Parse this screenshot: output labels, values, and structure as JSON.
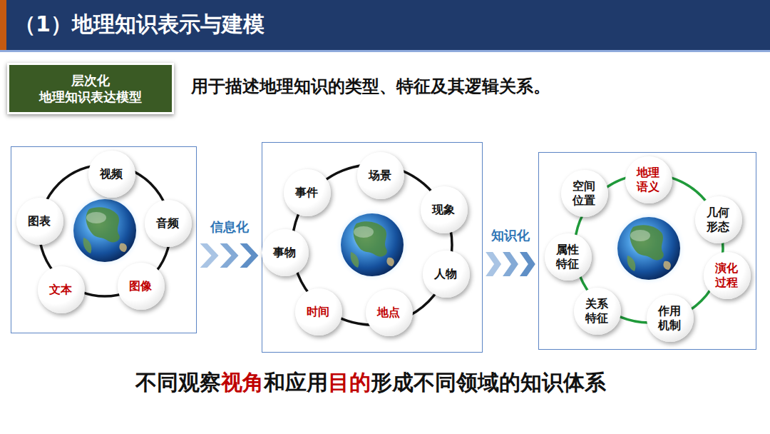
{
  "diagram": {
    "title": "（1）地理知识表示与建模",
    "nodes": [
      {
        "text": [
          "层次化 地理知识表达模型"
        ]
      },
      {
        "text": []
      },
      {
        "text": [
          "视频"
        ],
        "in": 1
      },
      {
        "text": [
          "音频"
        ],
        "in": 1
      },
      {
        "text": [
          "图像"
        ],
        "in": 1
      },
      {
        "text": [
          "文本"
        ],
        "in": 1
      },
      {
        "text": [
          "图表"
        ],
        "in": 1
      },
      {
        "text": []
      },
      {
        "text": [
          "场景"
        ],
        "in": 7
      },
      {
        "text": [
          "现象"
        ],
        "in": 7
      },
      {
        "text": [
          "人物"
        ],
        "in": 7
      },
      {
        "text": [
          "地点"
        ],
        "in": 7
      },
      {
        "text": [
          "时间"
        ],
        "in": 7
      },
      {
        "text": [
          "事物"
        ],
        "in": 7
      },
      {
        "text": [
          "事件"
        ],
        "in": 7
      },
      {
        "text": []
      },
      {
        "text": [
          "地理 语义"
        ],
        "in": 15
      },
      {
        "text": [
          "几何 形态"
        ],
        "in": 15
      },
      {
        "text": [
          "演化 过程"
        ],
        "in": 15
      },
      {
        "text": [
          "作用 机制"
        ],
        "in": 15
      },
      {
        "text": [
          "关系 特征"
        ],
        "in": 15
      },
      {
        "text": [
          "属性 特征"
        ],
        "in": 15
      },
      {
        "text": [
          "空间 位置"
        ],
        "in": 15
      }
    ],
    "edges": [
      {
        "from": 1,
        "to": 7,
        "arrow": "to",
        "label": "信息化"
      },
      {
        "from": 7,
        "to": 15,
        "arrow": "to",
        "label": "知识化"
      }
    ],
    "labels": [
      "用于描述地理知识的类型、特征及其逻辑关系。",
      "不同观察",
      "视角",
      "和应用",
      "目的",
      "形成不同领域的",
      "知识体系"
    ]
  }
}
